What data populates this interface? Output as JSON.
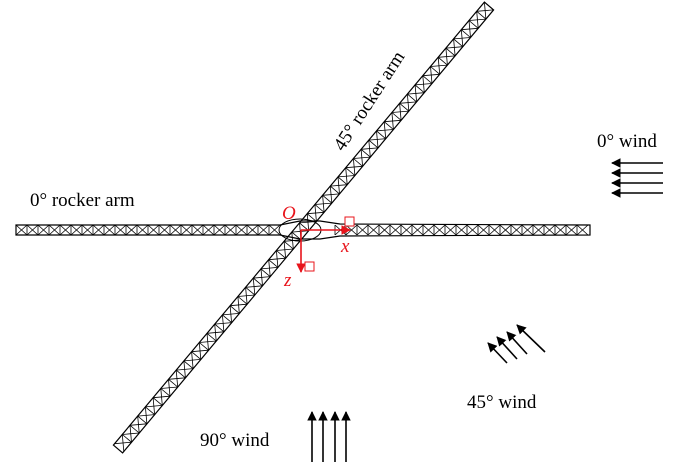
{
  "labels": {
    "arm0": "0° rocker arm",
    "arm45": "45° rocker arm",
    "wind0": "0° wind",
    "wind45": "45° wind",
    "wind90": "90° wind",
    "origin": "O",
    "axis_x": "x",
    "axis_z": "z"
  },
  "colors": {
    "structure": "#000000",
    "axes": "#e8141b"
  }
}
